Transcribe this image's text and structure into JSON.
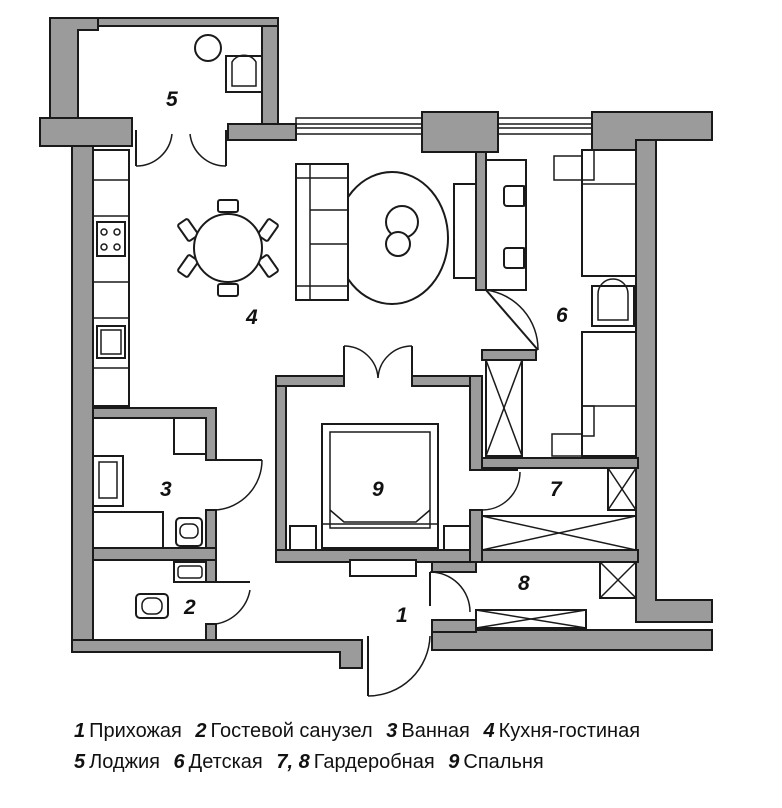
{
  "rooms": [
    {
      "id": "1",
      "name": "Прихожая"
    },
    {
      "id": "2",
      "name": "Гостевой санузел"
    },
    {
      "id": "3",
      "name": "Ванная"
    },
    {
      "id": "4",
      "name": "Кухня-гостиная"
    },
    {
      "id": "5",
      "name": "Лоджия"
    },
    {
      "id": "6",
      "name": "Детская"
    },
    {
      "id": "7, 8",
      "name": "Гардеробная"
    },
    {
      "id": "9",
      "name": "Спальня"
    }
  ],
  "plan_labels": {
    "r1": "1",
    "r2": "2",
    "r3": "3",
    "r4": "4",
    "r5": "5",
    "r6": "6",
    "r7": "7",
    "r8": "8",
    "r9": "9"
  },
  "legend": {
    "row1": [
      {
        "num": "1",
        "name": "Прихожая"
      },
      {
        "num": "2",
        "name": "Гостевой санузел"
      },
      {
        "num": "3",
        "name": "Ванная"
      },
      {
        "num": "4",
        "name": "Кухня-гостиная"
      }
    ],
    "row2": [
      {
        "num": "5",
        "name": "Лоджия"
      },
      {
        "num": "6",
        "name": "Детская"
      },
      {
        "num": "7, 8",
        "name": "Гардеробная"
      },
      {
        "num": "9",
        "name": "Спальня"
      }
    ]
  },
  "colors": {
    "wall": "#9b9b9b",
    "line": "#1a1a1a",
    "background": "#ffffff"
  }
}
